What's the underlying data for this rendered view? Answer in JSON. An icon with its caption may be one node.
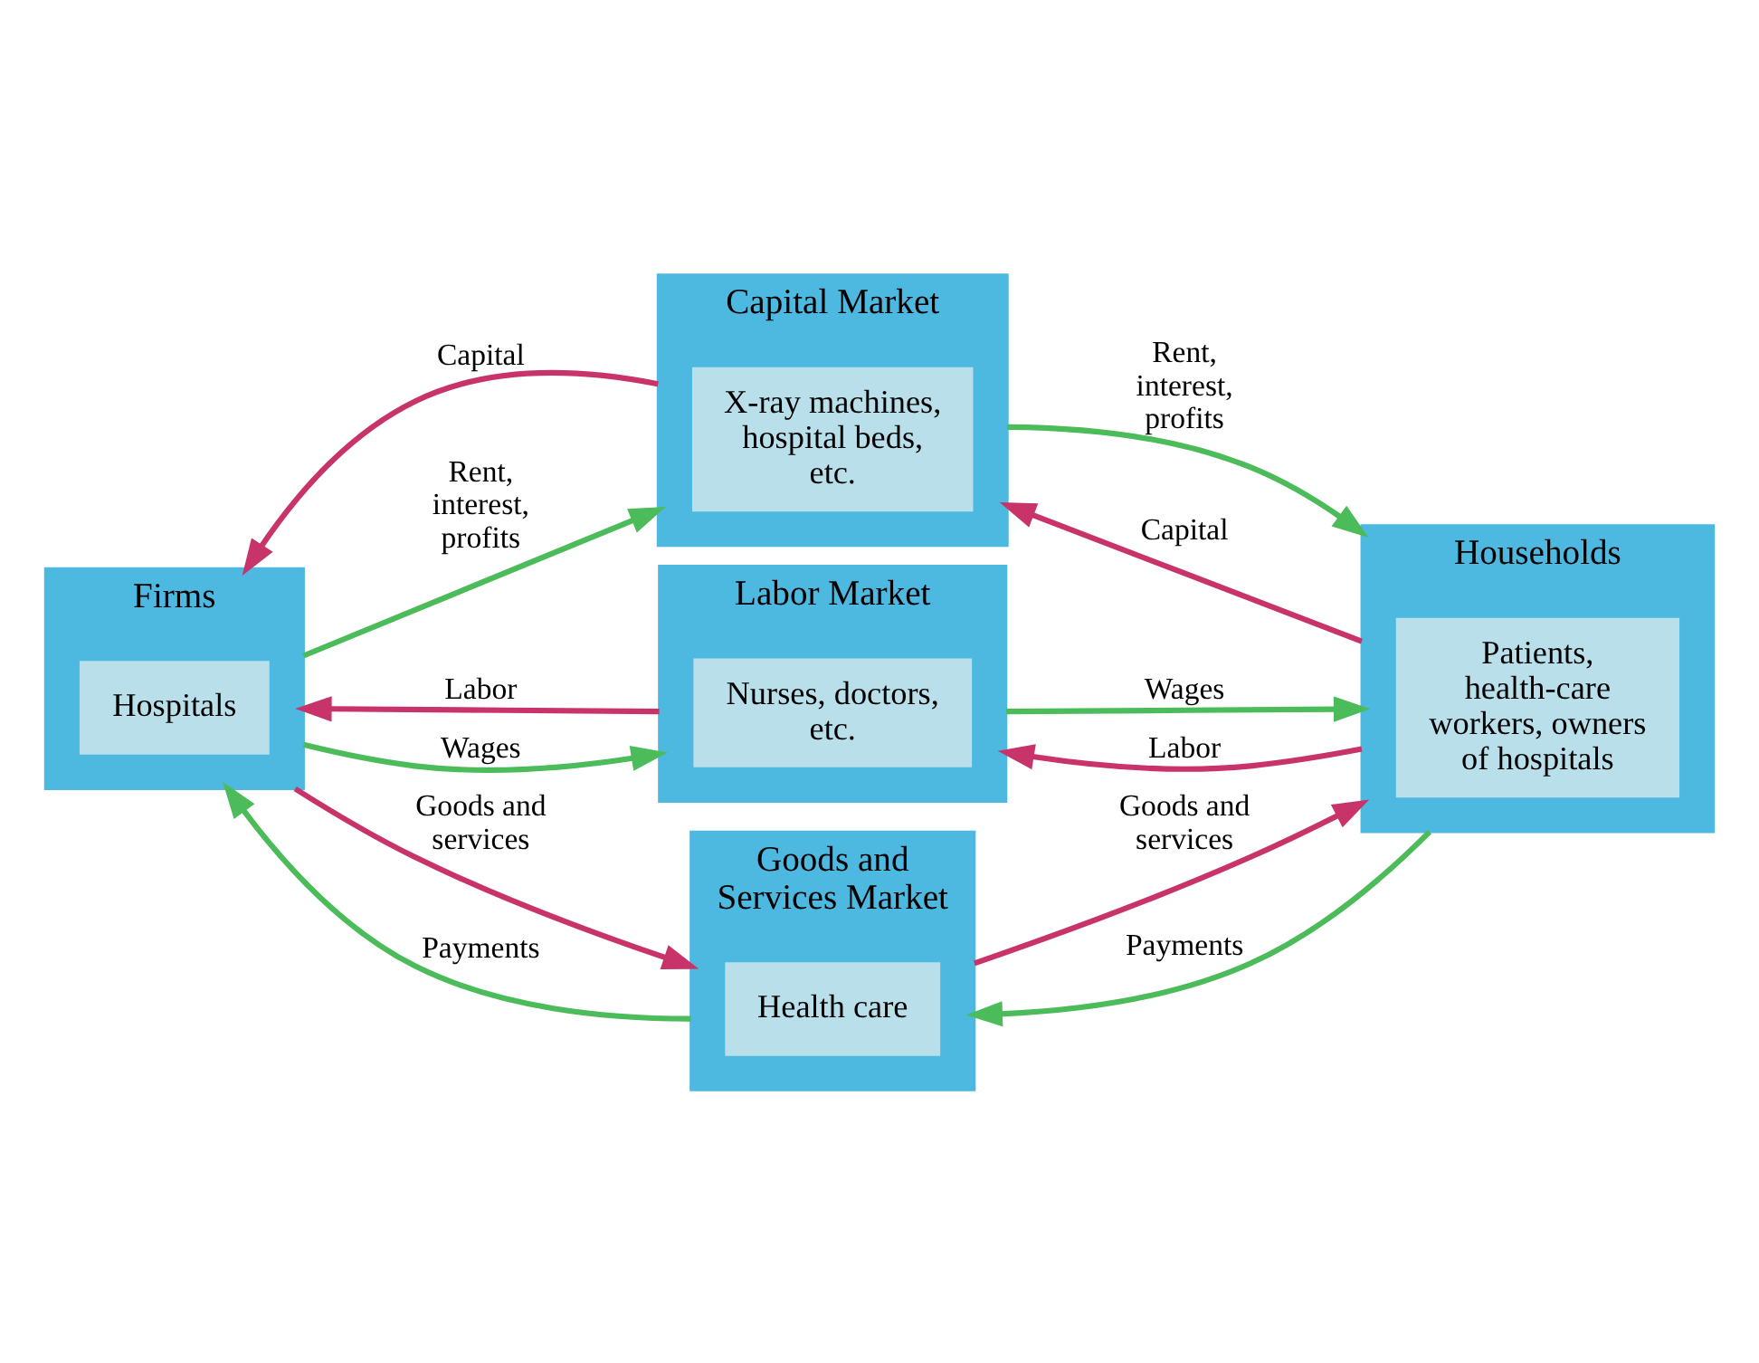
{
  "diagram": {
    "nodes": [
      {
        "text": [
          "Capital Market"
        ]
      },
      {
        "text": [
          "X-ray machines, hospital beds, etc."
        ],
        "in": 0
      },
      {
        "text": [
          "Labor Market"
        ]
      },
      {
        "text": [
          "Nurses, doctors, etc."
        ],
        "in": 2
      },
      {
        "text": [
          "Firms"
        ]
      },
      {
        "text": [
          "Hospitals"
        ],
        "in": 4
      },
      {
        "text": [
          "Households"
        ]
      },
      {
        "text": [
          "Patients, health-care workers, owners of hospitals"
        ],
        "in": 6
      },
      {
        "text": [
          "Goods and Services Market"
        ]
      },
      {
        "text": [
          "Health care"
        ],
        "in": 8
      }
    ],
    "edges": [
      {
        "from": 0,
        "to": 4,
        "arrow": "to",
        "label": "Capital",
        "color": "#c8336a"
      },
      {
        "from": 4,
        "to": 0,
        "arrow": "to",
        "label": "Rent, interest, profits",
        "color": "#4cbb5a"
      },
      {
        "from": 0,
        "to": 6,
        "arrow": "to",
        "label": "Rent, interest, profits",
        "color": "#4cbb5a"
      },
      {
        "from": 6,
        "to": 0,
        "arrow": "to",
        "label": "Capital",
        "color": "#c8336a"
      },
      {
        "from": 2,
        "to": 4,
        "arrow": "to",
        "label": "Labor",
        "color": "#c8336a"
      },
      {
        "from": 4,
        "to": 2,
        "arrow": "to",
        "label": "Wages",
        "color": "#4cbb5a"
      },
      {
        "from": 2,
        "to": 6,
        "arrow": "to",
        "label": "Wages",
        "color": "#4cbb5a"
      },
      {
        "from": 6,
        "to": 2,
        "arrow": "to",
        "label": "Labor",
        "color": "#c8336a"
      },
      {
        "from": 4,
        "to": 8,
        "arrow": "to",
        "label": "Goods and services",
        "color": "#c8336a"
      },
      {
        "from": 8,
        "to": 4,
        "arrow": "to",
        "label": "Payments",
        "color": "#4cbb5a"
      },
      {
        "from": 8,
        "to": 6,
        "arrow": "to",
        "label": "Goods and services",
        "color": "#c8336a"
      },
      {
        "from": 6,
        "to": 8,
        "arrow": "to",
        "label": "Payments",
        "color": "#4cbb5a"
      }
    ]
  }
}
